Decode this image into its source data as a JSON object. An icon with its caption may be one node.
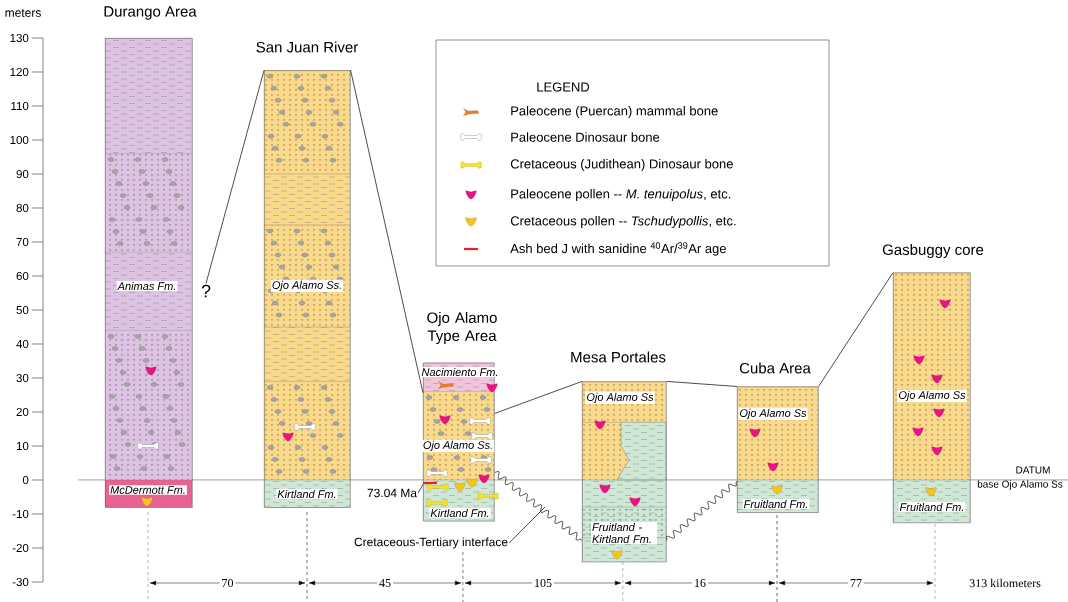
{
  "diagram": {
    "nodes": [
      {
        "text": [
          "Durango Area"
        ]
      },
      {
        "text": [
          "Animas Fm."
        ],
        "in": 0
      },
      {
        "text": [
          "McDermott Fm."
        ],
        "in": 0
      },
      {
        "text": [
          "?"
        ]
      },
      {
        "text": [
          "San Juan River"
        ]
      },
      {
        "text": [
          "Ojo Alamo Ss."
        ],
        "in": 4
      },
      {
        "text": [
          "Kirtland Fm."
        ],
        "in": 4
      },
      {
        "text": [
          "Ojo Alamo Type Area"
        ]
      },
      {
        "text": [
          "Nacimiento Fm."
        ],
        "in": 7
      },
      {
        "text": [
          "Ojo Alamo Ss."
        ],
        "in": 7
      },
      {
        "text": [
          "Kirtland Fm."
        ],
        "in": 7
      },
      {
        "text": [
          "73.04 Ma"
        ]
      },
      {
        "text": [
          "Cretaceous-Tertiary interface"
        ]
      },
      {
        "text": [
          "Mesa Portales"
        ]
      },
      {
        "text": [
          "Ojo Alamo Ss"
        ],
        "in": 13
      },
      {
        "text": [
          "Fruitland - Kirtland Fm."
        ],
        "in": 13
      },
      {
        "text": [
          "Cuba Area"
        ]
      },
      {
        "text": [
          "Ojo Alamo Ss"
        ],
        "in": 16
      },
      {
        "text": [
          "Fruitland Fm."
        ],
        "in": 16
      },
      {
        "text": [
          "Gasbuggy core"
        ]
      },
      {
        "text": [
          "Ojo Alamo Ss"
        ],
        "in": 19
      },
      {
        "text": [
          "Fruitland Fm."
        ],
        "in": 19
      }
    ],
    "edges": [
      {
        "from": 4,
        "to": 3,
        "arrow": "none"
      },
      {
        "from": 4,
        "to": 7,
        "arrow": "none"
      },
      {
        "from": 7,
        "to": 13,
        "arrow": "none"
      },
      {
        "from": 13,
        "to": 16,
        "arrow": "none"
      },
      {
        "from": 16,
        "to": 19,
        "arrow": "none"
      },
      {
        "from": 7,
        "to": 13,
        "arrow": "none"
      },
      {
        "from": 13,
        "to": 16,
        "arrow": "none"
      },
      {
        "from": 11,
        "to": 7,
        "arrow": "none"
      },
      {
        "from": 12,
        "to": null,
        "arrow": "none"
      }
    ],
    "labels": [
      "meters",
      "130",
      "120",
      "110",
      "100",
      "90",
      "80",
      "70",
      "60",
      "50",
      "40",
      "30",
      "20",
      "10",
      "0",
      "-10",
      "-20",
      "-30",
      "LEGEND",
      "DATUM",
      "base Ojo Alamo Ss",
      "70",
      "45",
      "105",
      "16",
      "77",
      "313 kilometers"
    ],
    "legend": [
      {
        "text": "Paleocene (Puercan) mammal bone"
      },
      {
        "text": "Paleocene Dinosaur bone"
      },
      {
        "text": "Cretaceous (Judithean) Dinosaur bone"
      },
      {
        "text": "Paleocene pollen -- *M. tenuipolus*, etc."
      },
      {
        "text": "Cretaceous pollen -- *Tschudypollis*, etc."
      },
      {
        "text": "Ash bed J with sanidine $^{40}$Ar/$^{39}$Ar age"
      }
    ]
  }
}
